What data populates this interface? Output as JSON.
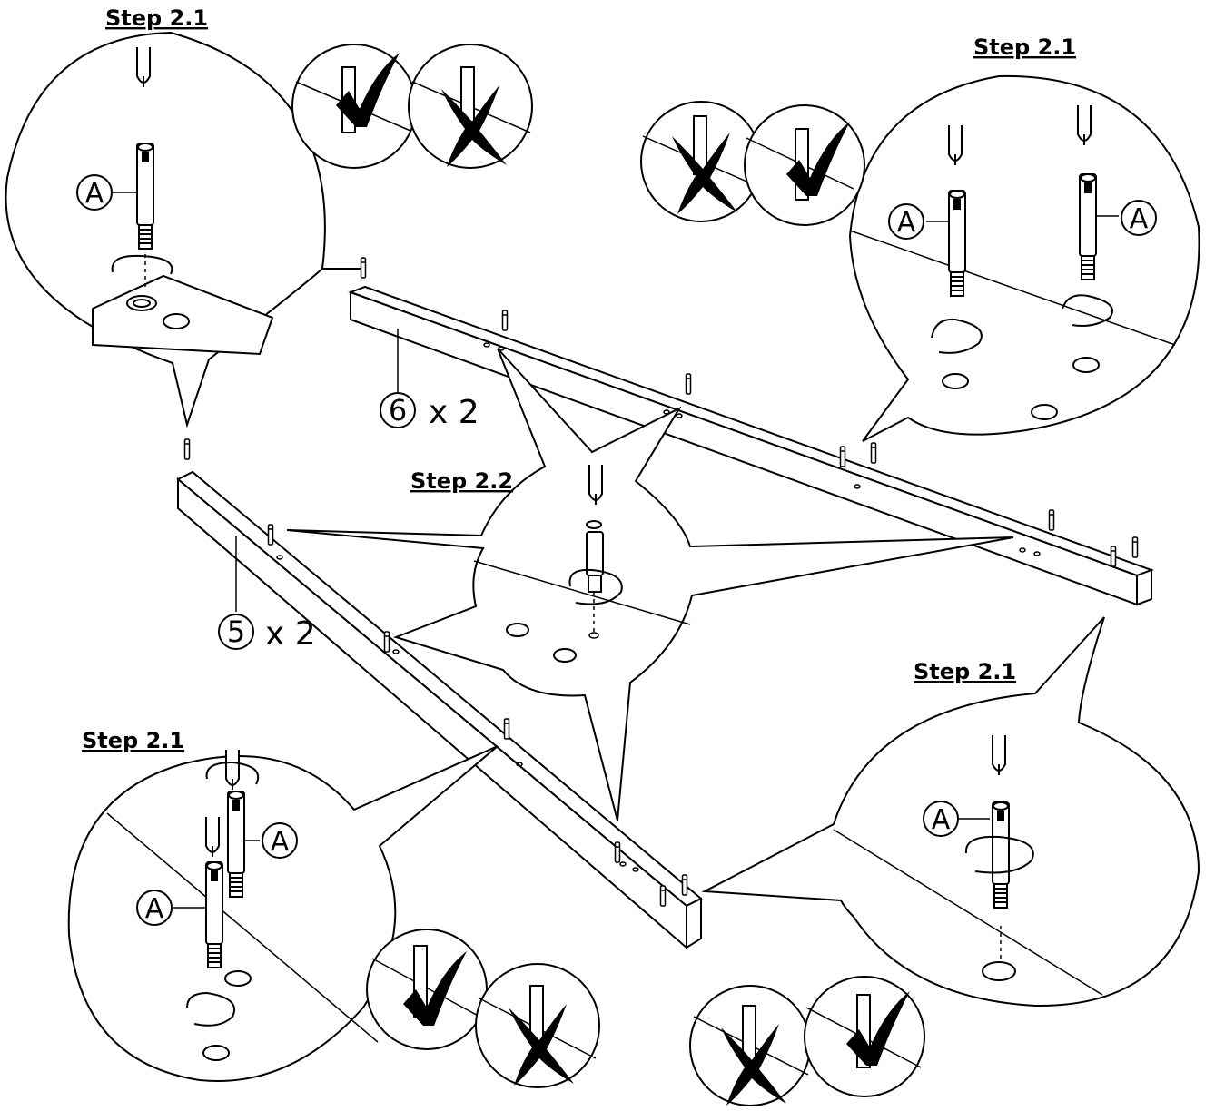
{
  "steps": {
    "top_left": "Step 2.1",
    "top_right": "Step 2.1",
    "center": "Step 2.2",
    "bottom_left": "Step 2.1",
    "bottom_right": "Step 2.1"
  },
  "part_label": "A",
  "parts": {
    "long_rail": {
      "number": "6",
      "quantity": "x 2"
    },
    "short_rail": {
      "number": "5",
      "quantity": "x 2"
    }
  },
  "marks": {
    "correct": "check-mark-icon",
    "incorrect": "x-mark-icon"
  },
  "colors": {
    "ink": "#000000",
    "paper": "#ffffff"
  }
}
